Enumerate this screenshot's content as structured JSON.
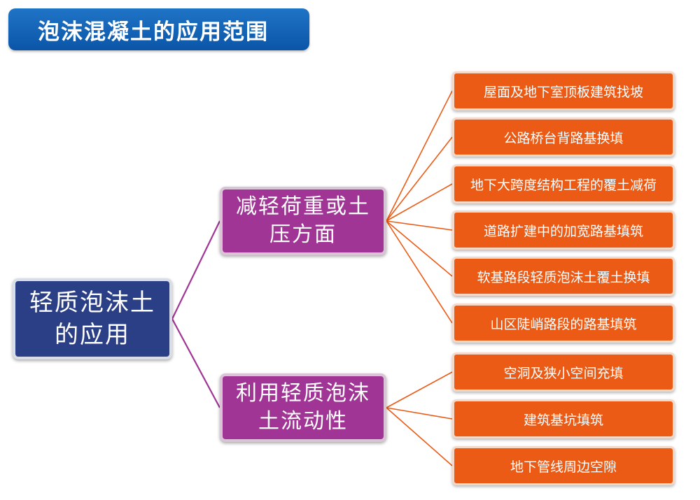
{
  "title": "泡沫混凝土的应用范围",
  "root": {
    "label": "轻质泡沫土的应用"
  },
  "branches": [
    {
      "label": "减轻荷重或土压方面"
    },
    {
      "label": "利用轻质泡沫土流动性"
    }
  ],
  "leaves": [
    {
      "label": "屋面及地下室顶板建筑找坡",
      "branch": 0
    },
    {
      "label": "公路桥台背路基换填",
      "branch": 0
    },
    {
      "label": "地下大跨度结构工程的覆土减荷",
      "branch": 0
    },
    {
      "label": "道路扩建中的加宽路基填筑",
      "branch": 0
    },
    {
      "label": "软基路段轻质泡沫土覆土换填",
      "branch": 0
    },
    {
      "label": "山区陡峭路段的路基填筑",
      "branch": 0
    },
    {
      "label": "空洞及狭小空间充填",
      "branch": 1
    },
    {
      "label": "建筑基坑填筑",
      "branch": 1
    },
    {
      "label": "地下管线周边空隙",
      "branch": 1
    }
  ],
  "colors": {
    "title_bg": "#0b55a8",
    "root_bg": "#2b3f86",
    "branch_bg": "#a03596",
    "leaf_bg": "#ec5b16",
    "root_connector": "#a03596",
    "leaf_connector": "#ec5b16"
  }
}
